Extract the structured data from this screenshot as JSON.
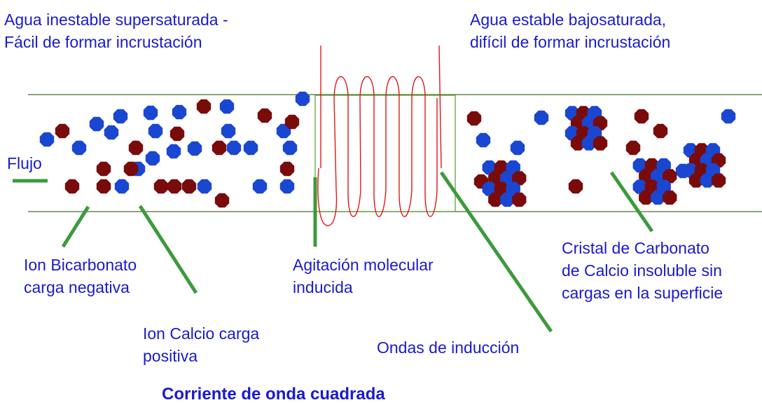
{
  "labels": {
    "unstable_line1": "Agua inestable supersaturada -",
    "unstable_line2": "Fácil de formar incrustación",
    "stable_line1": "Agua estable bajosaturada,",
    "stable_line2": "difícil de formar incrustación",
    "flow": "Flujo",
    "bicarbonate_line1": "Ion Bicarbonato",
    "bicarbonate_line2": "carga negativa",
    "calcium_line1": "Ion Calcio carga",
    "calcium_line2": "positiva",
    "agitation_line1": "Agitación molecular",
    "agitation_line2": "inducida",
    "waves": "Ondas de inducción",
    "crystal_line1": "Cristal de Carbonato",
    "crystal_line2": "de Calcio insoluble sin",
    "crystal_line3": "cargas en la superficie",
    "bottom_title": "Corriente de onda cuadrada"
  },
  "colors": {
    "text": "#1a1acc",
    "pipe": "#4d6b2a",
    "pointer": "#3c9a3c",
    "calcium_ion": "#1a47d1",
    "bicarbonate_ion": "#7a0b0b",
    "coil": "#e0161b",
    "zone_box": "#5ca33a"
  },
  "icons": {
    "calcium_ion": "blue-octagon",
    "bicarbonate_ion": "dark-red-octagon"
  }
}
